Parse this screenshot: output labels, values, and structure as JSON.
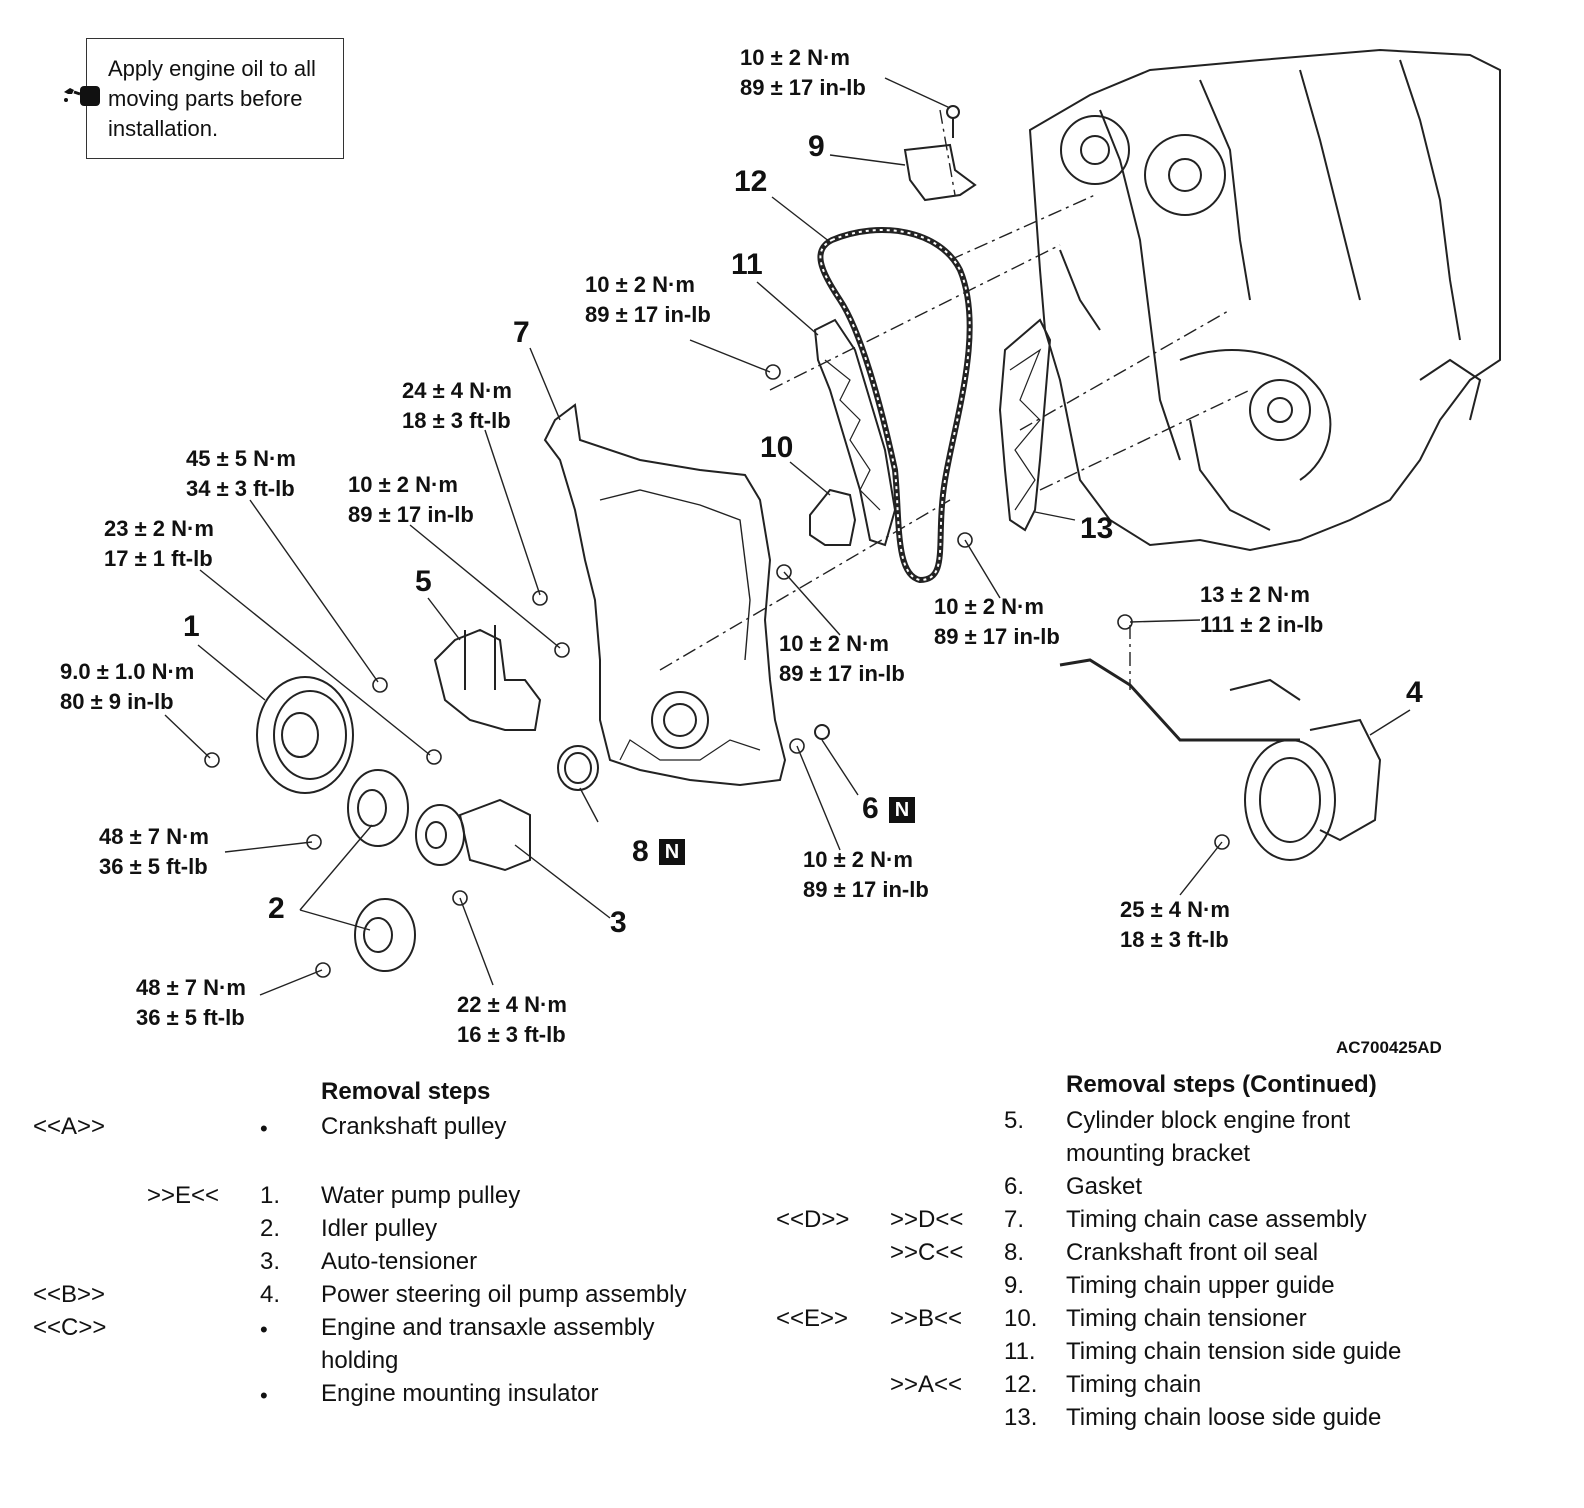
{
  "note": {
    "lines": [
      "Apply engine oil to all",
      "moving parts before",
      "installation."
    ],
    "icon": "oil-can-icon"
  },
  "figure_id": "AC700425AD",
  "torques": [
    {
      "nm": "10 ± 2 N·m",
      "imp": "89 ± 17 in-lb"
    },
    {
      "nm": "10 ± 2 N·m",
      "imp": "89 ± 17 in-lb"
    },
    {
      "nm": "24 ± 4 N·m",
      "imp": "18 ± 3 ft-lb"
    },
    {
      "nm": "45 ± 5 N·m",
      "imp": "34 ± 3 ft-lb"
    },
    {
      "nm": "10 ± 2 N·m",
      "imp": "89 ± 17 in-lb"
    },
    {
      "nm": "23 ± 2 N·m",
      "imp": "17 ± 1 ft-lb"
    },
    {
      "nm": "9.0 ± 1.0 N·m",
      "imp": "80 ± 9 in-lb"
    },
    {
      "nm": "48 ± 7 N·m",
      "imp": "36 ± 5 ft-lb"
    },
    {
      "nm": "48 ± 7 N·m",
      "imp": "36 ± 5 ft-lb"
    },
    {
      "nm": "22 ± 4 N·m",
      "imp": "16 ± 3 ft-lb"
    },
    {
      "nm": "10 ± 2 N·m",
      "imp": "89 ± 17 in-lb"
    },
    {
      "nm": "10 ± 2 N·m",
      "imp": "89 ± 17 in-lb"
    },
    {
      "nm": "10 ± 2 N·m",
      "imp": "89 ± 17 in-lb"
    },
    {
      "nm": "13 ± 2 N·m",
      "imp": "111 ± 2 in-lb"
    },
    {
      "nm": "25 ± 4 N·m",
      "imp": "18 ± 3 ft-lb"
    }
  ],
  "callouts": [
    "1",
    "2",
    "3",
    "4",
    "5",
    "6",
    "7",
    "8",
    "9",
    "10",
    "11",
    "12",
    "13"
  ],
  "new_part_mark": "N",
  "removal_left": {
    "heading": "Removal steps",
    "rows": [
      {
        "tag_a": "<<A>>",
        "tag_b": "",
        "num": "•",
        "text": "Crankshaft pulley"
      },
      {
        "tag_a": "",
        "tag_b": ">>E<<",
        "num": "1.",
        "text": "Water pump pulley"
      },
      {
        "tag_a": "",
        "tag_b": "",
        "num": "2.",
        "text": "Idler pulley"
      },
      {
        "tag_a": "",
        "tag_b": "",
        "num": "3.",
        "text": "Auto-tensioner"
      },
      {
        "tag_a": "<<B>>",
        "tag_b": "",
        "num": "4.",
        "text": "Power steering oil pump assembly"
      },
      {
        "tag_a": "<<C>>",
        "tag_b": "",
        "num": "•",
        "text": "Engine and transaxle assembly",
        "text2": "holding"
      },
      {
        "tag_a": "",
        "tag_b": "",
        "num": "•",
        "text": "Engine mounting insulator"
      }
    ]
  },
  "removal_right": {
    "heading": "Removal steps (Continued)",
    "rows": [
      {
        "tag_a": "",
        "tag_b": "",
        "num": "5.",
        "text": "Cylinder block engine front",
        "text2": "mounting bracket"
      },
      {
        "tag_a": "",
        "tag_b": "",
        "num": "6.",
        "text": "Gasket"
      },
      {
        "tag_a": "<<D>>",
        "tag_b": ">>D<<",
        "num": "7.",
        "text": "Timing chain case assembly"
      },
      {
        "tag_a": "",
        "tag_b": ">>C<<",
        "num": "8.",
        "text": "Crankshaft front oil seal"
      },
      {
        "tag_a": "",
        "tag_b": "",
        "num": "9.",
        "text": "Timing chain upper guide"
      },
      {
        "tag_a": "<<E>>",
        "tag_b": ">>B<<",
        "num": "10.",
        "text": "Timing chain tensioner"
      },
      {
        "tag_a": "",
        "tag_b": "",
        "num": "11.",
        "text": "Timing chain tension side guide"
      },
      {
        "tag_a": "",
        "tag_b": ">>A<<",
        "num": "12.",
        "text": "Timing chain"
      },
      {
        "tag_a": "",
        "tag_b": "",
        "num": "13.",
        "text": "Timing chain loose side guide"
      }
    ]
  }
}
